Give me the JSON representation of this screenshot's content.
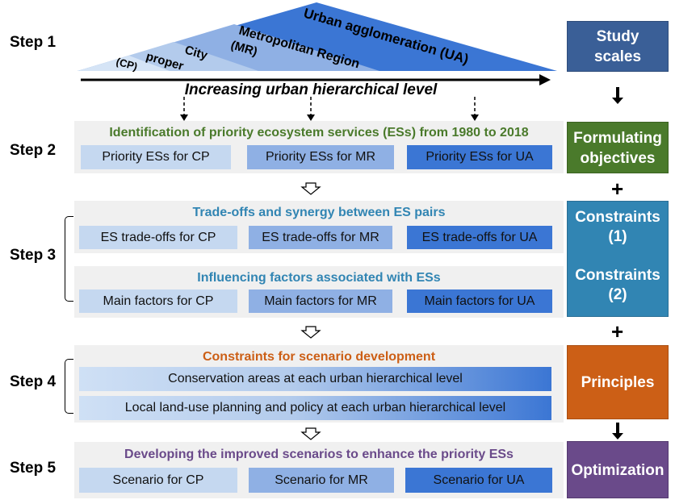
{
  "steps": {
    "s1": "Step 1",
    "s2": "Step 2",
    "s3": "Step 3",
    "s4": "Step 4",
    "s5": "Step 5"
  },
  "triangle": {
    "ua": "Urban agglomeration (UA)",
    "mr_line1": "Metropolitan Region",
    "mr_line2": "(MR)",
    "city_line1": "City",
    "city_line2": "proper",
    "cp": "(CP)"
  },
  "axis_label": "Increasing urban hierarchical level",
  "step2": {
    "title": "Identification of priority ecosystem services (ESs) from 1980 to 2018",
    "boxes": [
      "Priority ESs for CP",
      "Priority ESs for MR",
      "Priority ESs for UA"
    ]
  },
  "step3a": {
    "title": "Trade-offs and synergy between ES pairs",
    "boxes": [
      "ES trade-offs for CP",
      "ES trade-offs for MR",
      "ES trade-offs for UA"
    ]
  },
  "step3b": {
    "title": "Influencing factors associated with ESs",
    "boxes": [
      "Main factors for CP",
      "Main factors for MR",
      "Main factors for UA"
    ]
  },
  "step4": {
    "title": "Constraints for scenario development",
    "bars": [
      "Conservation areas at each urban hierarchical level",
      "Local land-use planning and policy at each urban hierarchical level"
    ]
  },
  "step5": {
    "title": "Developing the improved scenarios to enhance the priority ESs",
    "boxes": [
      "Scenario for CP",
      "Scenario for MR",
      "Scenario for UA"
    ]
  },
  "side": {
    "study_line1": "Study",
    "study_line2": "scales",
    "objectives_line1": "Formulating",
    "objectives_line2": "objectives",
    "constraints1_line1": "Constraints",
    "constraints1_line2": "(1)",
    "constraints2_line1": "Constraints",
    "constraints2_line2": "(2)",
    "principles": "Principles",
    "optimization": "Optimization",
    "plus": "+"
  },
  "colors": {
    "study": "#3a5f97",
    "objectives": "#4a7a2b",
    "constraints": "#3185b3",
    "principles": "#cc5f16",
    "optimization": "#6a4a8a",
    "title_green": "#4a7a2b",
    "title_teal": "#3185b3",
    "title_orange": "#cc5f16",
    "title_purple": "#6a4a8a"
  }
}
